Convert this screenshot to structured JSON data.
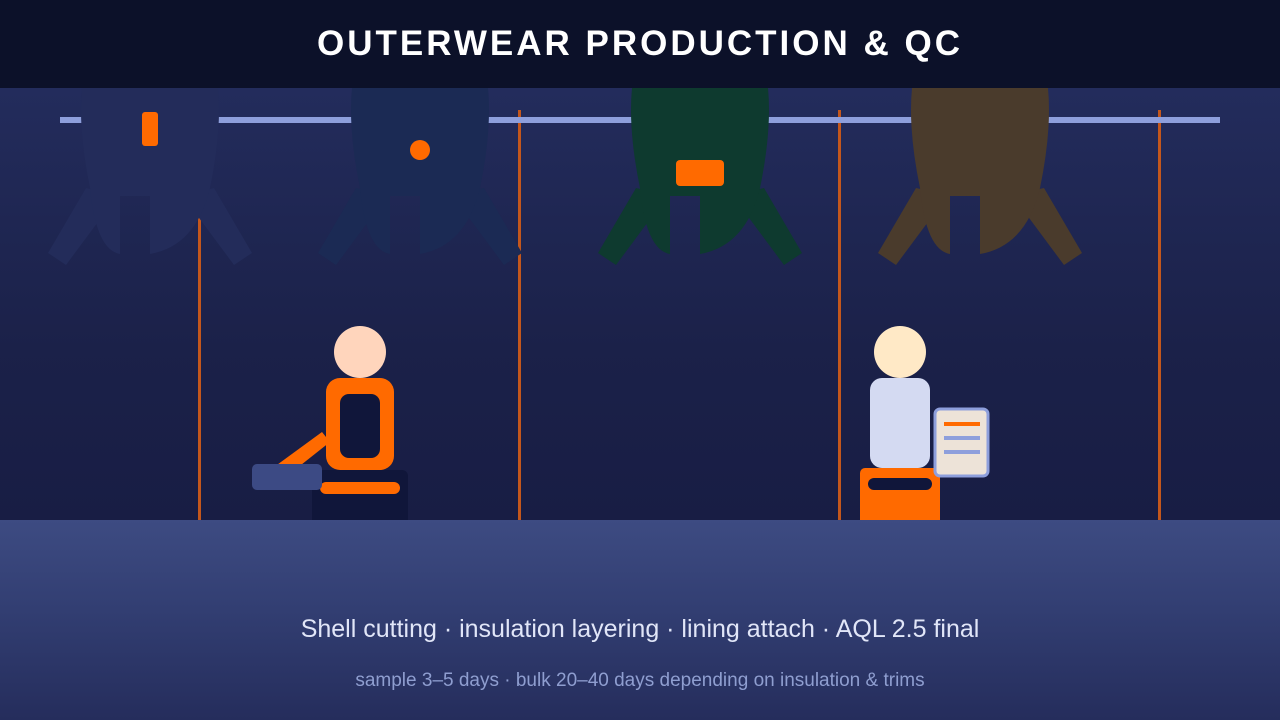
{
  "header": {
    "title": "OUTERWEAR PRODUCTION & QC"
  },
  "captions": {
    "main": "Shell cutting · insulation layering · lining attach · AQL 2.5 final",
    "sub": "sample 3–5 days · bulk 20–40 days depending on insulation & trims"
  },
  "colors": {
    "accent": "#ff6a00",
    "rail": "#8e9fdc",
    "jacket_navy_dark": "#232c5a",
    "jacket_navy": "#1b2a54",
    "jacket_green": "#0e3a2f",
    "jacket_brown": "#4a3b2c"
  },
  "icons": {
    "rack": "garment-rack-icon",
    "jacket": "jacket-icon",
    "worker": "worker-icon",
    "inspector": "inspector-icon",
    "clipboard": "clipboard-icon"
  }
}
